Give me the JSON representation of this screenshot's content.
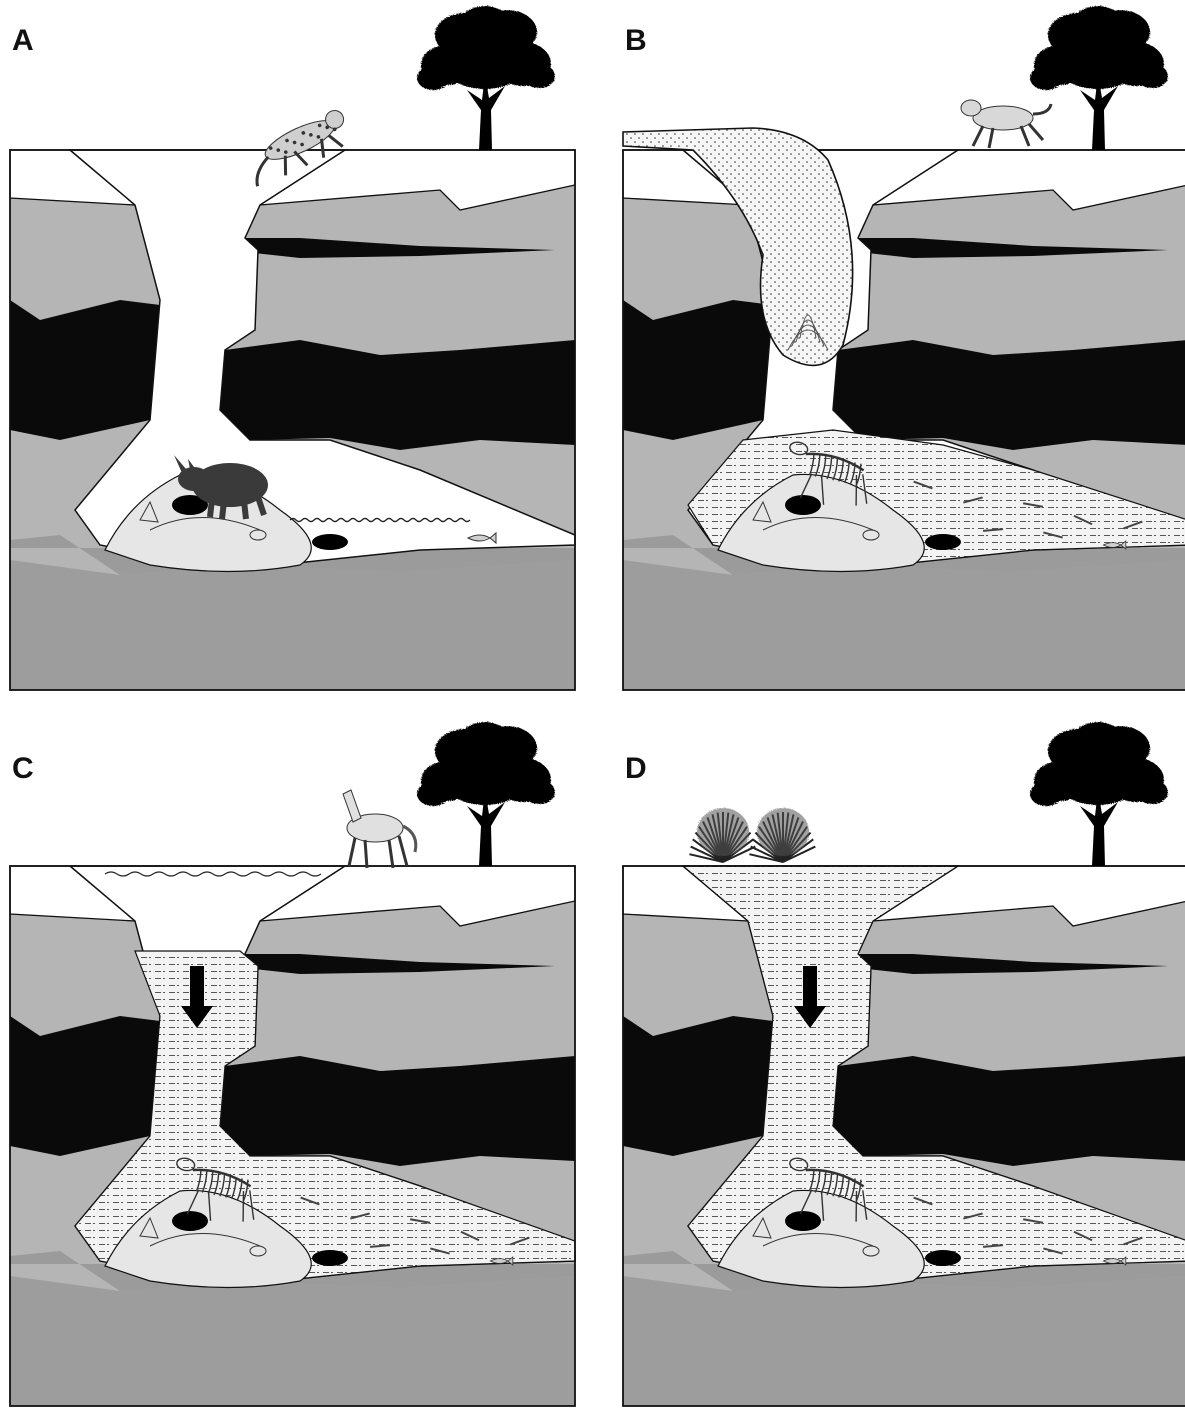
{
  "panels": [
    {
      "id": "A",
      "label": "A",
      "stage": "open-cave",
      "animal_surface": "leopard",
      "animal_cave": "rhinoceros",
      "water_in_cave": true,
      "fill": false,
      "debris_cone": false,
      "arrow": false,
      "pond_on_top": false,
      "shrubs": false
    },
    {
      "id": "B",
      "label": "B",
      "stage": "debris-flow",
      "animal_surface": "dog",
      "animal_cave": "skeleton",
      "water_in_cave": false,
      "fill": true,
      "debris_cone": true,
      "arrow": false,
      "pond_on_top": false,
      "shrubs": false
    },
    {
      "id": "C",
      "label": "C",
      "stage": "sinkhole-pond",
      "animal_surface": "horse",
      "animal_cave": "skeleton",
      "water_in_cave": false,
      "fill": true,
      "debris_cone": false,
      "arrow": true,
      "pond_on_top": true,
      "shrubs": false
    },
    {
      "id": "D",
      "label": "D",
      "stage": "infilled",
      "animal_surface": "",
      "animal_cave": "skeleton",
      "water_in_cave": false,
      "fill": true,
      "debris_cone": false,
      "arrow": true,
      "pond_on_top": false,
      "shrubs": true
    }
  ],
  "colors": {
    "rock_light": "#b5b5b5",
    "rock_dark_band": "#0a0a0a",
    "bedrock": "#9d9d9d",
    "bedrock_band": "#8a8a8a",
    "void": "#ffffff",
    "fill_stipple": "#e9e9e9",
    "mound": "#e6e6e6",
    "outline": "#111111"
  },
  "icons": [
    "tree-icon",
    "leopard-icon",
    "dog-icon",
    "horse-icon",
    "rhino-icon",
    "skeleton-icon",
    "fish-icon",
    "shrub-icon",
    "arrow-down-icon"
  ]
}
